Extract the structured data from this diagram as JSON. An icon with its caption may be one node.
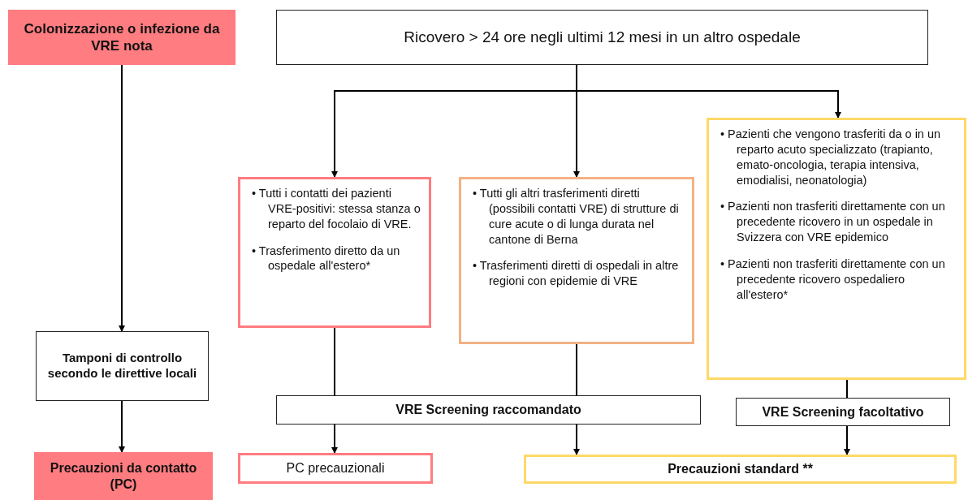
{
  "diagram": {
    "nodes": [
      {
        "text": [
          "Colonizzazione o infezione da VRE nota"
        ]
      },
      {
        "text": [
          "Tamponi di controllo secondo le direttive locali"
        ]
      },
      {
        "text": [
          "Precauzioni da contatto (PC)"
        ]
      },
      {
        "text": [
          "Ricovero > 24 ore negli ultimi 12 mesi in un altro ospedale"
        ]
      },
      {
        "text": [
          "• Tutti i contatti dei pazienti VRE-positivi: stessa stanza o reparto del focolaio di VRE.",
          "• Trasferimento diretto da un ospedale all'estero*"
        ]
      },
      {
        "text": [
          "• Tutti gli altri trasferimenti diretti (possibili contatti VRE) di strutture di cure acute o di lunga durata nel cantone di Berna",
          "• Trasferimenti diretti di ospedali in altre regioni con epidemie di VRE"
        ]
      },
      {
        "text": [
          "• Pazienti che vengono trasferiti da o in un reparto acuto specializzato (trapianto, emato-oncologia, terapia intensiva, emodialisi, neonatologia)",
          "• Pazienti non trasferiti direttamente con un precedente ricovero in un ospedale in Svizzera con VRE epidemico",
          "• Pazienti non trasferiti direttamente con un precedente ricovero ospedaliero all'estero*"
        ]
      },
      {
        "text": [
          "VRE Screening raccomandato"
        ]
      },
      {
        "text": [
          "VRE Screening facoltativo"
        ]
      },
      {
        "text": [
          "PC precauzionali"
        ]
      },
      {
        "text": [
          "Precauzioni standard **"
        ]
      }
    ],
    "edges": [
      {
        "from": 0,
        "to": 1,
        "arrow": "to"
      },
      {
        "from": 1,
        "to": 2,
        "arrow": "to"
      },
      {
        "from": 3,
        "to": 4,
        "arrow": "to"
      },
      {
        "from": 3,
        "to": 5,
        "arrow": "to"
      },
      {
        "from": 3,
        "to": 6,
        "arrow": "to"
      },
      {
        "from": 4,
        "to": 7,
        "arrow": "none"
      },
      {
        "from": 5,
        "to": 7,
        "arrow": "none"
      },
      {
        "from": 6,
        "to": 8,
        "arrow": "none"
      },
      {
        "from": 7,
        "to": 9,
        "arrow": "to"
      },
      {
        "from": 7,
        "to": 10,
        "arrow": "to"
      },
      {
        "from": 8,
        "to": 10,
        "arrow": "to"
      }
    ]
  }
}
